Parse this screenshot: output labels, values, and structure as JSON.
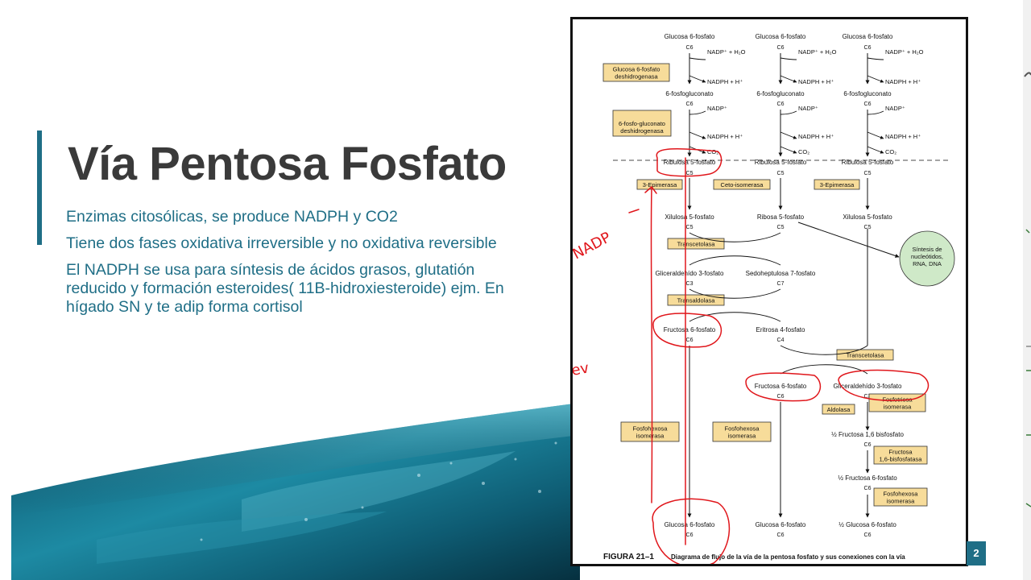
{
  "slide": {
    "title": "Vía Pentosa Fosfato",
    "bullets": [
      "Enzimas citosólicas, se produce NADPH y CO2",
      "Tiene dos fases oxidativa irreversible y no oxidativa reversible",
      "El NADPH se usa para síntesis de ácidos grasos, glutatión reducido y formación esteroides( 11B-hidroxiesteroide) ejm. En hígado SN y  te adip forma cortisol"
    ],
    "page_number": "2"
  },
  "figure": {
    "caption_label": "FIGURA 21–1",
    "caption_text": "Diagrama de flujo de la vía de la pentosa fosfato y sus conexiones con la vía",
    "col_top": [
      "Glucosa 6-fosfato",
      "Glucosa 6-fosfato",
      "Glucosa 6-fosfato"
    ],
    "c6": "C6",
    "c5": "C5",
    "c3": "C3",
    "c7": "C7",
    "c4": "C4",
    "nadp_h2o": "NADP⁺ + H₂O",
    "nadph_h": "NADPH + H⁺",
    "nadp": "NADP⁺",
    "co2": "CO₂",
    "gluconato": [
      "6-fosfogluconato",
      "6-fosfogluconato",
      "6-fosfogluconato"
    ],
    "ribulosa": [
      "Ribulosa 5-fosfato",
      "Ribulosa 5-fosfato",
      "Ribulosa 5-fosfato"
    ],
    "xilulosa": "Xilulosa 5-fosfato",
    "ribosa": "Ribosa 5-fosfato",
    "xilulosa2": "Xilulosa 5-fosfato",
    "gliceraldehido": "Gliceraldehído 3-fosfato",
    "sedoheptulosa": "Sedoheptulosa 7-fosfato",
    "fructosa": "Fructosa 6-fosfato",
    "eritrosa": "Eritrosa 4-fosfato",
    "fructosa2": "Fructosa 6-fosfato",
    "gliceraldehido2": "Gliceraldehído 3-fosfato",
    "fructosa_bis": "½ Fructosa 1,6 bisfosfato",
    "half_fructosa": "½ Fructosa 6-fosfato",
    "bottom": [
      "Glucosa 6-fosfato",
      "Glucosa 6-fosfato",
      "½ Glucosa 6-fosfato"
    ],
    "enzymes": {
      "g6pd": "Glucosa 6-fosfato deshidrogenasa",
      "pgd": "6-fosfo-gluconato deshidrogenasa",
      "epimerasa1": "3-Epimerasa",
      "isomerasa": "Ceto-isomerasa",
      "epimerasa2": "3-Epimerasa",
      "transcetolasa1": "Transcetolasa",
      "transaldolasa": "Transaldolasa",
      "transcetolasa2": "Transcetolasa",
      "fosfotriosa": "Fosfotriosa isomerasa",
      "aldolasa": "Aldolasa",
      "fosfohexosa1": "Fosfohexosa isomerasa",
      "fosfohexosa2": "Fosfohexosa isomerasa",
      "fbpasa": "Fructosa 1,6-bisfosfatasa",
      "fosfohexosa3": "Fosfohexosa isomerasa"
    },
    "sintesis": "Síntesis de nucleótidos, RNA, DNA",
    "annotations": [
      "NADP",
      "Rev"
    ]
  },
  "colors": {
    "accent": "#1f6e86",
    "title": "#3a3a3a",
    "enzyme_box": "#f7dc9a",
    "circle": "#cfe9c8",
    "ink": "#e0161b"
  }
}
